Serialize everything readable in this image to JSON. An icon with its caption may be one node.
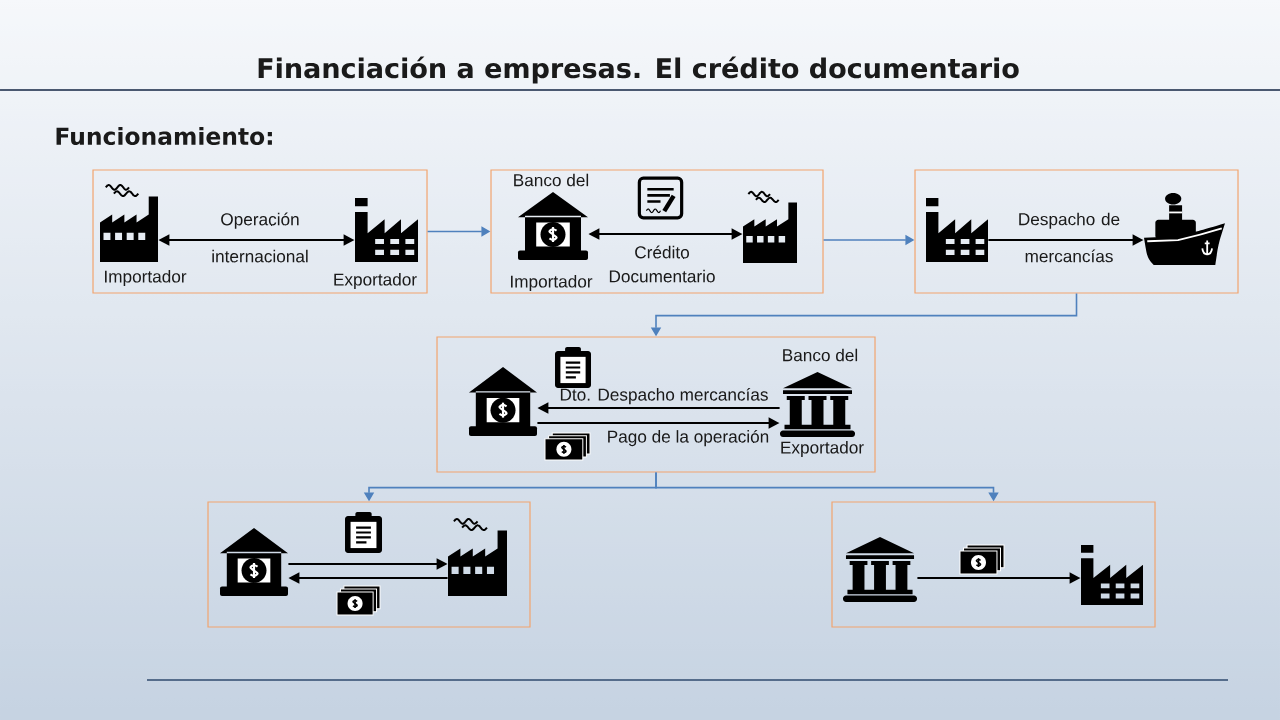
{
  "diagram": {
    "title": "Financiación a empresas. El crédito documentario",
    "nodes": [
      {
        "text": [],
        "shape": "box"
      },
      {
        "text": [],
        "shape": "picture",
        "in": 0,
        "beside": [
          "Importador"
        ]
      },
      {
        "text": [],
        "shape": "picture",
        "in": 0,
        "beside": [
          "Exportador"
        ]
      },
      {
        "text": [],
        "shape": "box"
      },
      {
        "text": [],
        "shape": "picture",
        "in": 3,
        "beside": [
          "Banco del",
          "Importador"
        ]
      },
      {
        "text": [],
        "shape": "picture",
        "in": 3
      },
      {
        "text": [],
        "shape": "box"
      },
      {
        "text": [],
        "shape": "picture",
        "in": 6
      },
      {
        "text": [],
        "shape": "picture",
        "in": 6
      },
      {
        "text": [],
        "shape": "box"
      },
      {
        "text": [],
        "shape": "picture",
        "in": 9
      },
      {
        "text": [],
        "shape": "picture",
        "in": 9,
        "beside": [
          "Banco del",
          "Exportador"
        ]
      },
      {
        "text": [],
        "shape": "box"
      },
      {
        "text": [],
        "shape": "picture",
        "in": 12
      },
      {
        "text": [],
        "shape": "picture",
        "in": 12
      },
      {
        "text": [],
        "shape": "box"
      },
      {
        "text": [],
        "shape": "picture",
        "in": 15
      },
      {
        "text": [],
        "shape": "picture",
        "in": 15
      }
    ],
    "edges": [
      {
        "from": 0,
        "to": 3,
        "arrow": "to",
        "color": "#4f81bd"
      },
      {
        "from": 3,
        "to": 6,
        "arrow": "to",
        "color": "#4f81bd"
      },
      {
        "from": 6,
        "to": 9,
        "arrow": "to",
        "color": "#4f81bd"
      },
      {
        "from": 9,
        "to": 12,
        "arrow": "to",
        "color": "#4f81bd"
      },
      {
        "from": 9,
        "to": 15,
        "arrow": "to",
        "color": "#4f81bd"
      },
      {
        "from": 1,
        "to": 2,
        "arrow": "both",
        "label": "Operación internacional"
      },
      {
        "from": 4,
        "to": 5,
        "arrow": "both",
        "label": "Crédito Documentario"
      },
      {
        "from": 7,
        "to": 8,
        "arrow": "to",
        "label": "Despacho de mercancías"
      },
      {
        "from": 11,
        "to": 10,
        "arrow": "to",
        "label": "Dto. Despacho mercancías"
      },
      {
        "from": 10,
        "to": 11,
        "arrow": "to",
        "label": "Pago de la operación"
      },
      {
        "from": 13,
        "to": 14,
        "arrow": "to"
      },
      {
        "from": 14,
        "to": 13,
        "arrow": "to"
      },
      {
        "from": 16,
        "to": 17,
        "arrow": "to"
      }
    ],
    "labels": [
      "Funcionamiento:"
    ]
  }
}
